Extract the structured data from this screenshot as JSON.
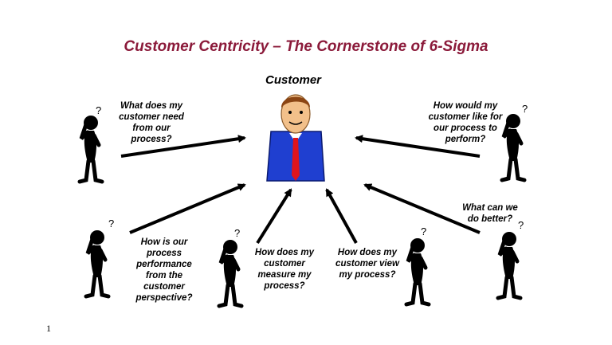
{
  "title": "Customer Centricity – The Cornerstone of 6-Sigma",
  "customer_label": "Customer",
  "questions": [
    "What does my\ncustomer need\nfrom our\nprocess?",
    "How would my\ncustomer like for\nour process to\nperform?",
    "What can we\ndo better?",
    "How is our\nprocess\nperformance\nfrom the\ncustomer\nperspective?",
    "How does my\ncustomer\nmeasure my\nprocess?",
    "How does my\ncustomer view\nmy process?"
  ],
  "figure_mark": "?",
  "page_number": "1",
  "colors": {
    "title": "#8b1a3a",
    "suit": "#1f3fd0",
    "tie": "#e0141c",
    "arrow": "#000000"
  },
  "icons": [
    "thinking-figure-icon",
    "customer-icon"
  ]
}
